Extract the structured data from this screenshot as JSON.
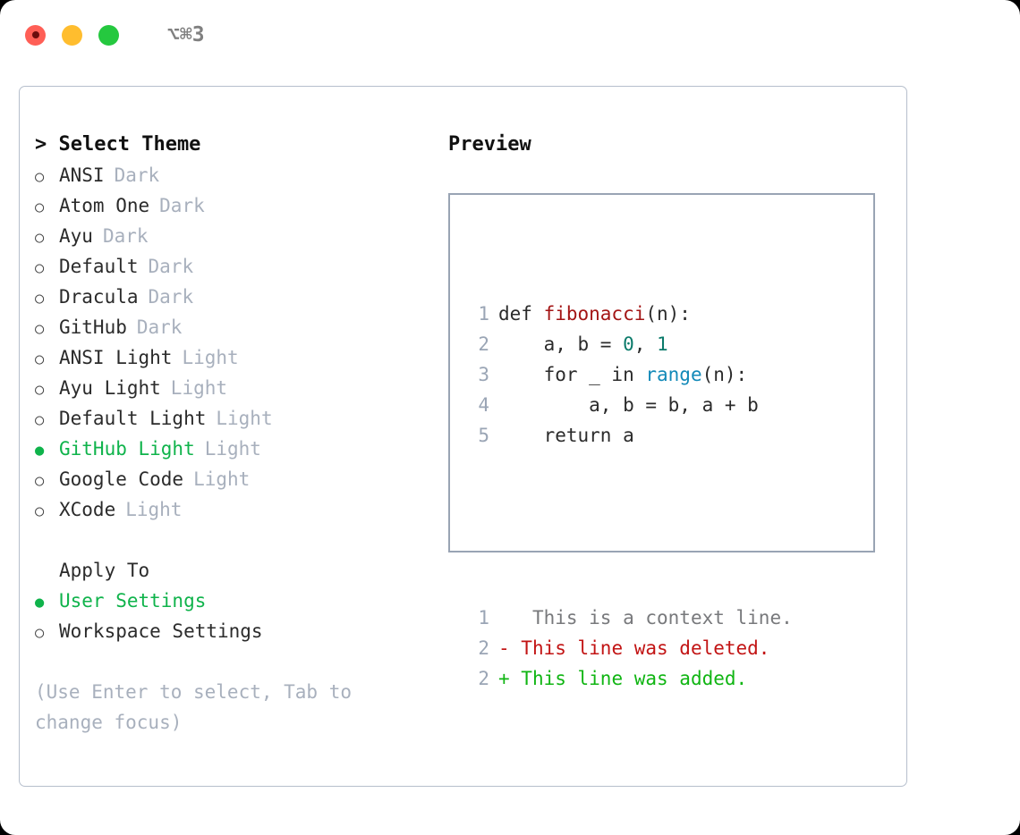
{
  "titlebar": {
    "shortcut": "⌥⌘3",
    "buttons": [
      {
        "name": "close",
        "color": "#ff5f56"
      },
      {
        "name": "minimize",
        "color": "#ffbd2e"
      },
      {
        "name": "maximize",
        "color": "#25c83f"
      }
    ]
  },
  "left": {
    "header": "> Select Theme",
    "themes": [
      {
        "marker": "○",
        "name": "ANSI",
        "variant": "Dark",
        "selected": false
      },
      {
        "marker": "○",
        "name": "Atom One",
        "variant": "Dark",
        "selected": false
      },
      {
        "marker": "○",
        "name": "Ayu",
        "variant": "Dark",
        "selected": false
      },
      {
        "marker": "○",
        "name": "Default",
        "variant": "Dark",
        "selected": false
      },
      {
        "marker": "○",
        "name": "Dracula",
        "variant": "Dark",
        "selected": false
      },
      {
        "marker": "○",
        "name": "GitHub",
        "variant": "Dark",
        "selected": false
      },
      {
        "marker": "○",
        "name": "ANSI Light",
        "variant": "Light",
        "selected": false
      },
      {
        "marker": "○",
        "name": "Ayu Light",
        "variant": "Light",
        "selected": false
      },
      {
        "marker": "○",
        "name": "Default Light",
        "variant": "Light",
        "selected": false
      },
      {
        "marker": "●",
        "name": "GitHub Light",
        "variant": "Light",
        "selected": true
      },
      {
        "marker": "○",
        "name": "Google Code",
        "variant": "Light",
        "selected": false
      },
      {
        "marker": "○",
        "name": "XCode",
        "variant": "Light",
        "selected": false
      }
    ],
    "apply_to": {
      "title": "Apply To",
      "options": [
        {
          "marker": "●",
          "label": "User Settings",
          "selected": true
        },
        {
          "marker": "○",
          "label": "Workspace Settings",
          "selected": false
        }
      ]
    },
    "hint": "(Use Enter to select, Tab to change focus)"
  },
  "right": {
    "header": "Preview",
    "code_lines": [
      {
        "number": "1",
        "tokens": [
          {
            "text": "def ",
            "type": "def"
          },
          {
            "text": "fibonacci",
            "type": "fn"
          },
          {
            "text": "(n):",
            "type": "plain"
          }
        ]
      },
      {
        "number": "2",
        "tokens": [
          {
            "text": "    a, b = ",
            "type": "plain"
          },
          {
            "text": "0",
            "type": "num"
          },
          {
            "text": ", ",
            "type": "plain"
          },
          {
            "text": "1",
            "type": "num"
          }
        ]
      },
      {
        "number": "3",
        "tokens": [
          {
            "text": "    for _ in ",
            "type": "plain"
          },
          {
            "text": "range",
            "type": "call"
          },
          {
            "text": "(n):",
            "type": "plain"
          }
        ]
      },
      {
        "number": "4",
        "tokens": [
          {
            "text": "        a, b = b, a + b",
            "type": "plain"
          }
        ]
      },
      {
        "number": "5",
        "tokens": [
          {
            "text": "    return a",
            "type": "plain"
          }
        ]
      }
    ],
    "diff_lines": [
      {
        "number": "1",
        "sign": " ",
        "text": "  This is a context line.",
        "kind": "context"
      },
      {
        "number": "2",
        "sign": "-",
        "text": " This line was deleted.",
        "kind": "deleted"
      },
      {
        "number": "2",
        "sign": "+",
        "text": " This line was added.",
        "kind": "added"
      }
    ]
  },
  "colors": {
    "accent_green": "#0fb34b",
    "muted": "#a8b0bd",
    "border": "#99a4b4",
    "card_border": "#b6bfcc",
    "fn_red": "#a31515",
    "num_teal": "#0a7a6a",
    "call_blue": "#1289b8",
    "diff_del": "#c21414",
    "diff_add": "#10b513"
  }
}
